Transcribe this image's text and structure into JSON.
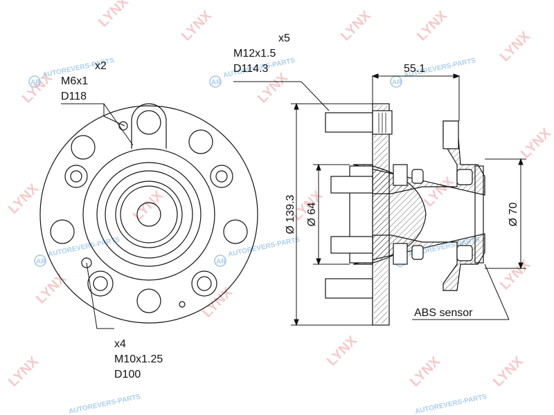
{
  "watermarks": {
    "brand": "LYNX",
    "site": "AUTOREVERS-PARTS",
    "site_logo": "AR"
  },
  "callouts": {
    "bolt_holes": {
      "count": "x2",
      "thread": "M6x1",
      "diameter": "D118"
    },
    "wheel_studs": {
      "count": "x5",
      "thread": "M12x1.5",
      "diameter": "D114.3"
    },
    "mount_holes": {
      "count": "x4",
      "thread": "M10x1.25",
      "diameter": "D100"
    }
  },
  "dimensions": {
    "flange_offset": "55.1",
    "flange_diameter": "Ø 139.3",
    "pilot_diameter": "Ø 64",
    "bearing_diameter": "Ø 70"
  },
  "labels": {
    "abs_sensor": "ABS sensor"
  },
  "colors": {
    "line": "#111111",
    "watermark_red": "#f4b7b7",
    "watermark_blue": "#9fc6e8"
  }
}
